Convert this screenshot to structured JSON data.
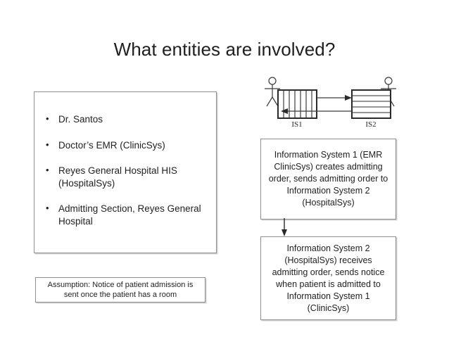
{
  "slide": {
    "title": "What entities are involved?"
  },
  "entities": {
    "items": [
      "Dr. Santos",
      "Doctor’s EMR (ClinicSys)",
      "Reyes General Hospital HIS (HospitalSys)",
      "Admitting Section, Reyes General Hospital"
    ]
  },
  "assumption": {
    "text": "Assumption: Notice of patient admission is sent once the patient has a room"
  },
  "diagram": {
    "system_1_label": "IS1",
    "system_2_label": "IS2",
    "actor_left_name": "actor-left",
    "actor_right_name": "actor-right",
    "arrow_forward_name": "arrow-is1-to-is2",
    "arrow_back_name": "arrow-is2-to-is1"
  },
  "descriptions": [
    {
      "id": "desc-1",
      "text": "Information System 1 (EMR ClinicSys) creates admitting order, sends admitting order to Information System 2 (HospitalSys)"
    },
    {
      "id": "desc-2",
      "text": "Information System 2 (HospitalSys) receives admitting order, sends notice when patient is admitted to Information System 1 (ClinicSys)"
    }
  ],
  "colors": {
    "background": "#ffffff",
    "text": "#1f1f1f",
    "border": "#8e8e8e",
    "stroke": "#3a3a3a"
  }
}
